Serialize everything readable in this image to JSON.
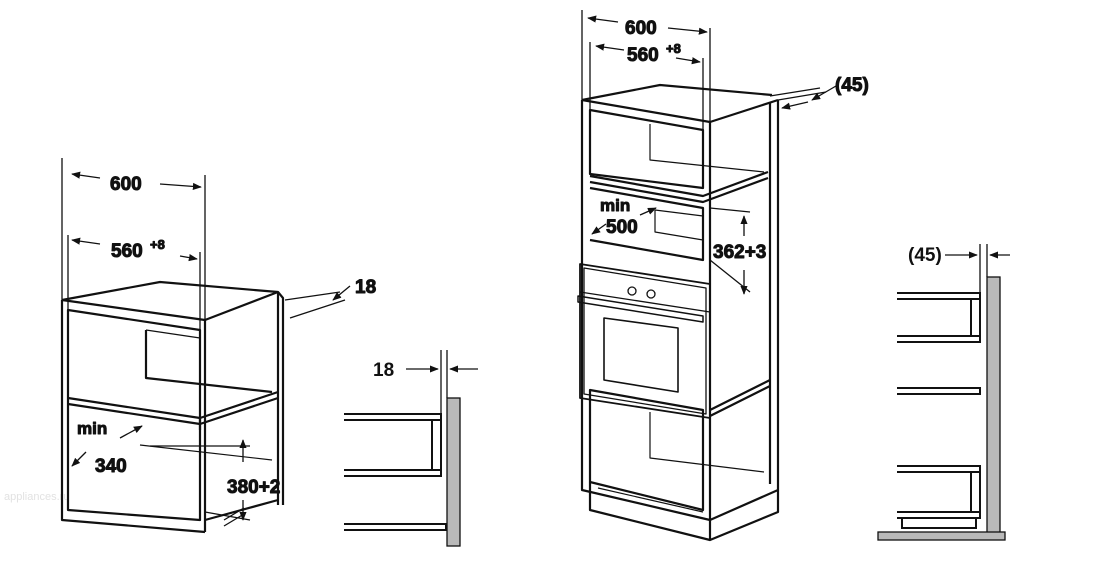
{
  "watermark": "appliances.ru",
  "colors": {
    "line": "#111111",
    "wall": "#b9b9b9",
    "background": "#ffffff"
  },
  "figures": {
    "compact_cabinet": {
      "width_outer": "600",
      "width_inner": "560",
      "width_inner_tol": "+8",
      "panel_thickness": "18",
      "niche_depth_min_label": "min",
      "niche_depth_min": "340",
      "niche_height": "380+2"
    },
    "compact_side_section": {
      "panel_thickness": "18"
    },
    "tall_column": {
      "width_outer": "600",
      "width_inner": "560",
      "width_inner_tol": "+8",
      "rear_gap": "(45)",
      "niche_depth_min_label": "min",
      "niche_depth_min": "500",
      "niche_height": "362+3"
    },
    "tall_side_section": {
      "rear_gap": "(45)"
    }
  }
}
